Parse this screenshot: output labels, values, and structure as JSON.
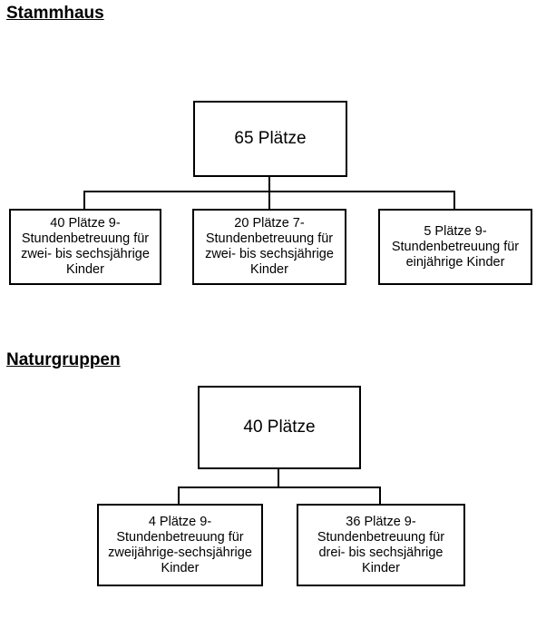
{
  "page": {
    "background_color": "#ffffff",
    "line_color": "#000000"
  },
  "sections": [
    {
      "heading": "Stammhaus",
      "root": {
        "label": "65 Plätze"
      },
      "children": [
        {
          "label": "40 Plätze 9-\nStundenbetreuung für\nzwei- bis sechsjährige\nKinder"
        },
        {
          "label": "20 Plätze 7-\nStundenbetreuung für\nzwei- bis sechsjährige\nKinder"
        },
        {
          "label": "5 Plätze 9-\nStundenbetreuung für\neinjährige Kinder"
        }
      ]
    },
    {
      "heading": "Naturgruppen",
      "root": {
        "label": "40 Plätze"
      },
      "children": [
        {
          "label": "4 Plätze 9-\nStundenbetreuung für\nzweijährige-sechsjährige\nKinder"
        },
        {
          "label": "36 Plätze 9-\nStundenbetreuung für\ndrei- bis sechsjährige\nKinder"
        }
      ]
    }
  ]
}
